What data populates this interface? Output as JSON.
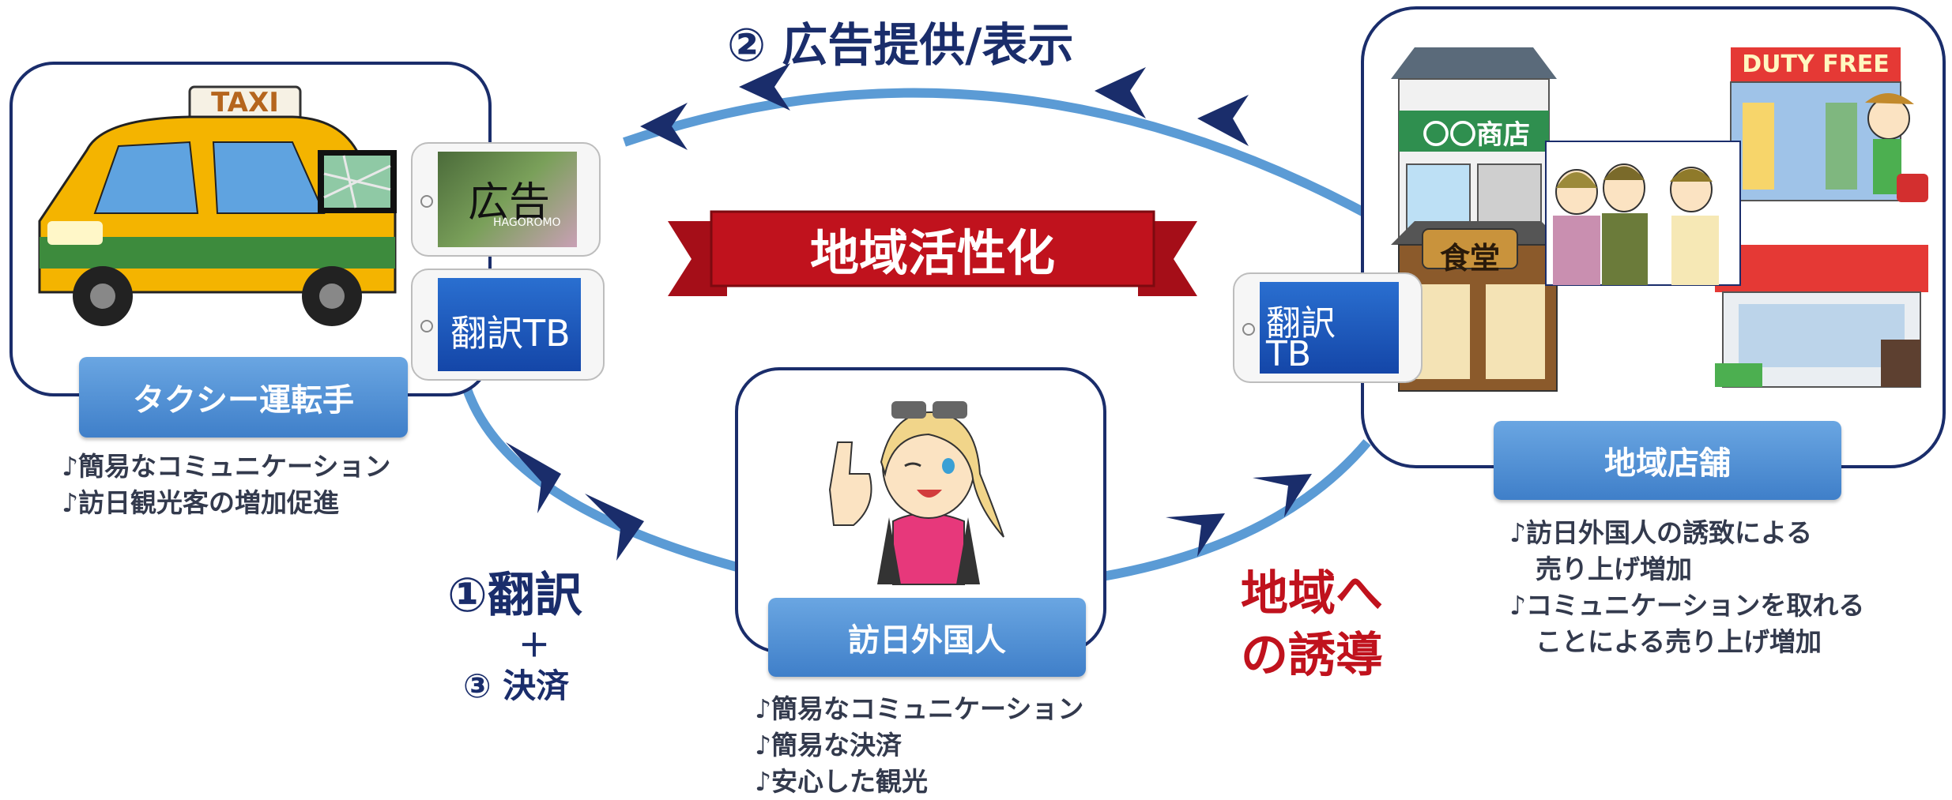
{
  "title": "② 広告提供/表示",
  "banner": "地域活性化",
  "nodes": {
    "taxi": {
      "label": "タクシー運転手",
      "bullets": [
        "♪簡易なコミュニケーション",
        "♪訪日観光客の増加促進"
      ],
      "sign_text": "TAXI"
    },
    "tourist": {
      "label": "訪日外国人",
      "bullets": [
        "♪簡易なコミュニケーション",
        "♪簡易な決済",
        "♪安心した観光"
      ]
    },
    "stores": {
      "label": "地域店舗",
      "bullets": [
        "♪訪日外国人の誘致による",
        "　売り上げ増加",
        "♪コミュニケーションを取れる",
        "　ことによる売り上げ増加"
      ],
      "shop_sign": "〇〇商店",
      "duty_free_sign": "DUTY FREE",
      "restaurant_sign": "食堂"
    }
  },
  "devices": {
    "ad_phone": {
      "text": "広告",
      "subtext": "HAGOROMO"
    },
    "translate_phone_left": {
      "text": "翻訳TB"
    },
    "translate_phone_right": {
      "text_line1": "翻訳",
      "text_line2": "TB"
    }
  },
  "steps": {
    "step1": "①翻訳",
    "plus": "＋",
    "step3": "③ 決済",
    "guide_line1": "地域へ",
    "guide_line2": "の誘導"
  },
  "colors": {
    "navy": "#1a2d6b",
    "arrow_blue": "#5b9bd5",
    "red": "#c0121d",
    "label_blue": "#4a8bd4"
  }
}
